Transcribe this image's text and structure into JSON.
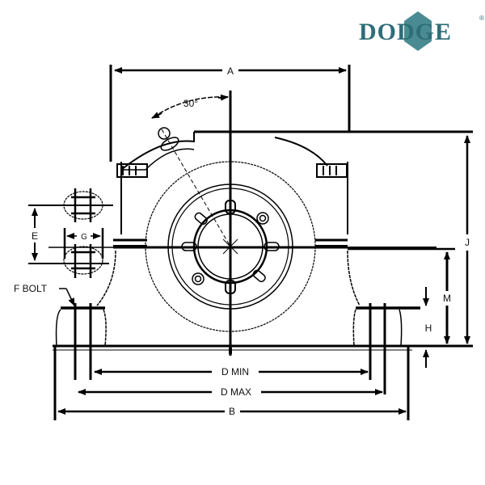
{
  "logo": {
    "text": "DODGE",
    "registered": "®",
    "color": "#2f6e78"
  },
  "diagram": {
    "title": "Pillow block bearing housing dimension drawing",
    "line_color": "#000000",
    "labels": {
      "A": "A",
      "angle": "30°",
      "E": "E",
      "G": "G",
      "F_bolt": "F BOLT",
      "J": "J",
      "M": "M",
      "H": "H",
      "D_min": "D MIN",
      "D_max": "D MAX",
      "B": "B"
    }
  }
}
